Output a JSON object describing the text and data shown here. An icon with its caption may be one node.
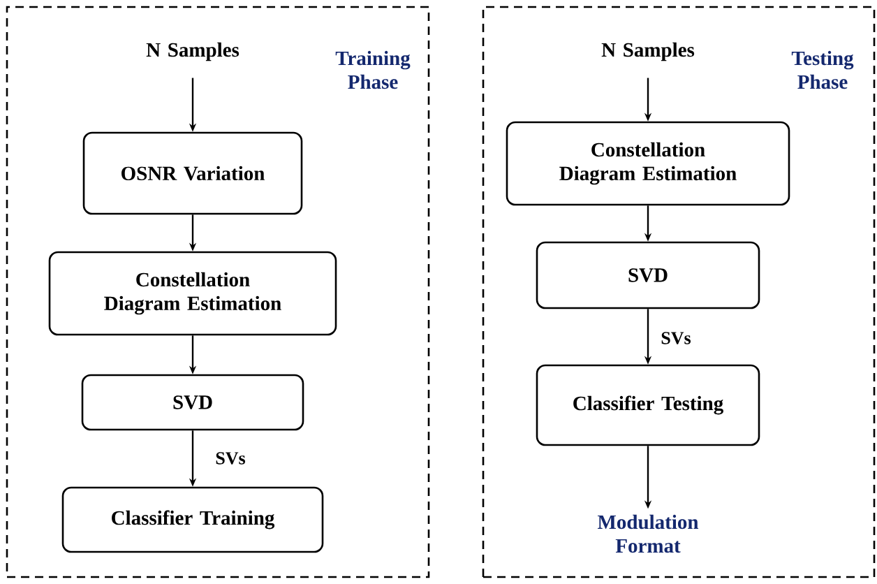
{
  "diagram": {
    "nodes": [
      {
        "text": [
          "Training Phase"
        ]
      },
      {
        "text": [
          "N Samples"
        ],
        "in": 0
      },
      {
        "text": [
          "OSNR Variation"
        ],
        "in": 0
      },
      {
        "text": [
          "Constellation Diagram Estimation"
        ],
        "in": 0
      },
      {
        "text": [
          "SVD"
        ],
        "in": 0
      },
      {
        "text": [
          "Classifier Training"
        ],
        "in": 0
      },
      {
        "text": [
          "Testing Phase"
        ]
      },
      {
        "text": [
          "N Samples"
        ],
        "in": 6
      },
      {
        "text": [
          "Constellation Diagram Estimation"
        ],
        "in": 6
      },
      {
        "text": [
          "SVD"
        ],
        "in": 6
      },
      {
        "text": [
          "Classifier Testing"
        ],
        "in": 6
      },
      {
        "text": [
          "Modulation Format"
        ],
        "in": 6
      }
    ],
    "edges": [
      {
        "from": 1,
        "to": 2,
        "arrow": "to"
      },
      {
        "from": 2,
        "to": 3,
        "arrow": "to"
      },
      {
        "from": 3,
        "to": 4,
        "arrow": "to"
      },
      {
        "from": 4,
        "to": 5,
        "arrow": "to",
        "label": "SVs"
      },
      {
        "from": 7,
        "to": 8,
        "arrow": "to"
      },
      {
        "from": 8,
        "to": 9,
        "arrow": "to"
      },
      {
        "from": 9,
        "to": 10,
        "arrow": "to",
        "label": "SVs"
      },
      {
        "from": 10,
        "to": 11,
        "arrow": "to"
      }
    ]
  }
}
